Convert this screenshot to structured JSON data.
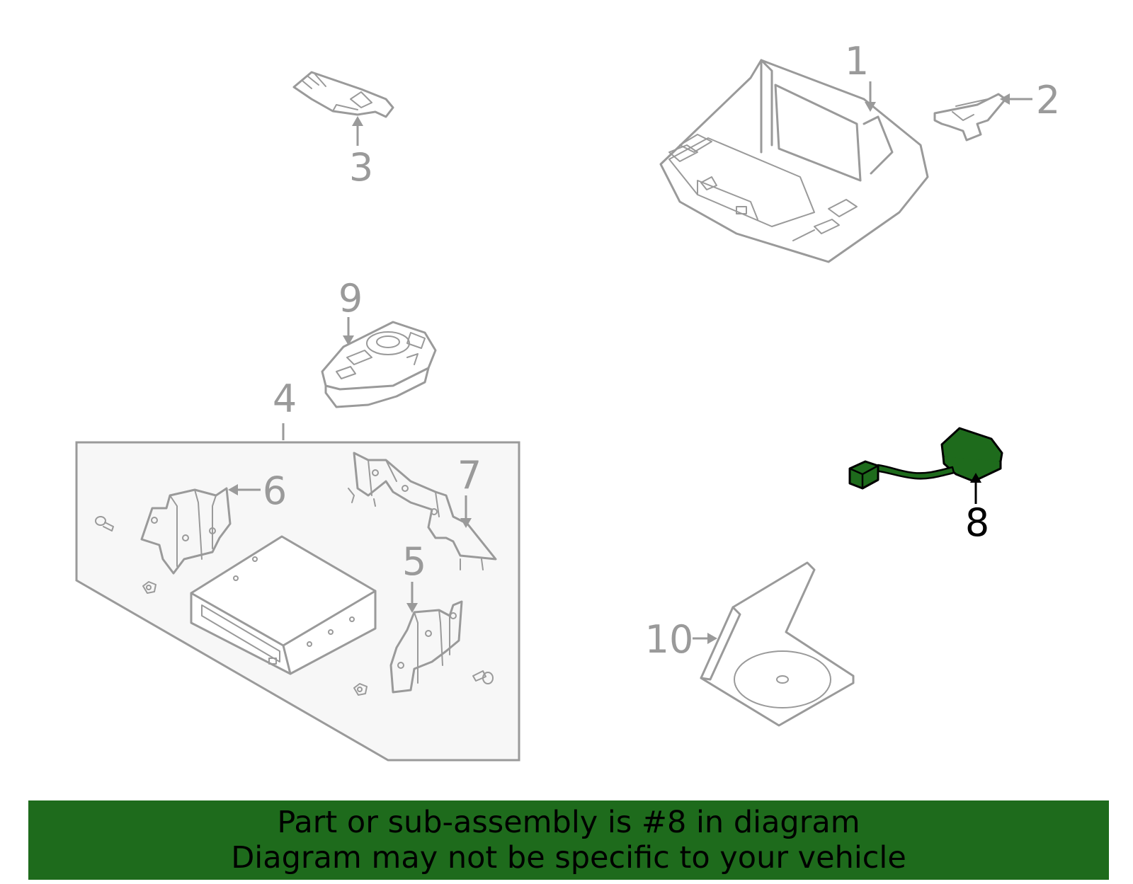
{
  "callouts": {
    "c1": "1",
    "c2": "2",
    "c3": "3",
    "c4": "4",
    "c5": "5",
    "c6": "6",
    "c7": "7",
    "c8": "8",
    "c9": "9",
    "c10": "10"
  },
  "highlighted_part": "8",
  "colors": {
    "line": "#9a9a9a",
    "highlight_fill": "#1e6b1c",
    "highlight_stroke": "#000000",
    "banner": "#1e6b1c",
    "assembly_box": "#f7f7f7"
  },
  "banner": {
    "line1": "Part or sub-assembly is #8 in diagram",
    "line2": "Diagram may not be specific to your vehicle"
  }
}
